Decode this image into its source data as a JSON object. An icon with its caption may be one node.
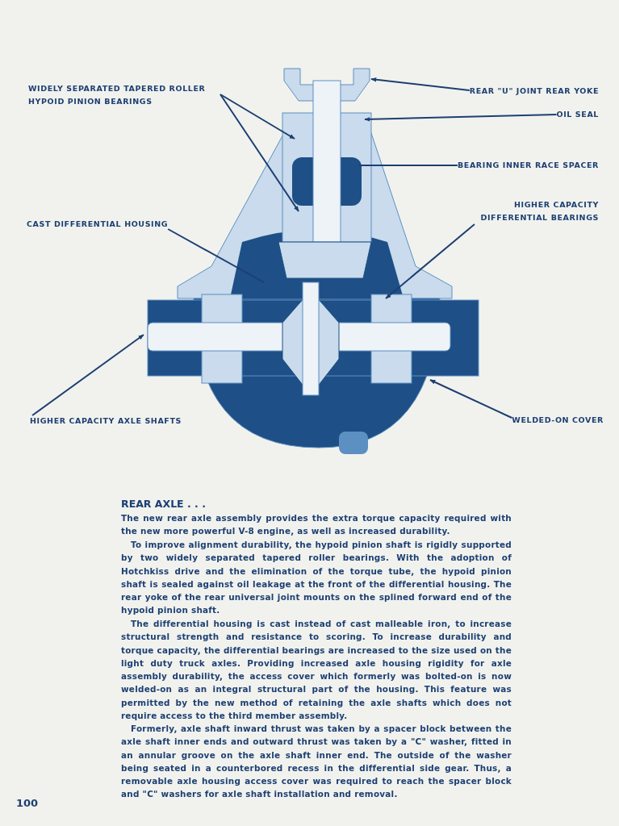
{
  "diagram": {
    "title": "REAR AXLE . . .",
    "nodes": [
      {
        "text": [
          "WIDELY SEPARATED TAPERED ROLLER HYPOID PINION BEARINGS"
        ]
      },
      {
        "text": [
          "CAST DIFFERENTIAL HOUSING"
        ]
      },
      {
        "text": [
          "HIGHER CAPACITY AXLE SHAFTS"
        ]
      },
      {
        "text": [
          "REAR \"U\" JOINT REAR YOKE"
        ]
      },
      {
        "text": [
          "OIL SEAL"
        ]
      },
      {
        "text": [
          "BEARING INNER RACE SPACER"
        ]
      },
      {
        "text": [
          "HIGHER CAPACITY DIFFERENTIAL BEARINGS"
        ]
      },
      {
        "text": [
          "WELDED-ON COVER"
        ]
      }
    ],
    "edges": [
      {
        "from": 0,
        "to": null,
        "arrow": "to"
      },
      {
        "from": 0,
        "to": null,
        "arrow": "to"
      },
      {
        "from": 1,
        "to": null,
        "arrow": "none"
      },
      {
        "from": 2,
        "to": null,
        "arrow": "to"
      },
      {
        "from": 3,
        "to": null,
        "arrow": "to"
      },
      {
        "from": 4,
        "to": null,
        "arrow": "to"
      },
      {
        "from": 5,
        "to": null,
        "arrow": "none"
      },
      {
        "from": 6,
        "to": null,
        "arrow": "to"
      },
      {
        "from": 7,
        "to": null,
        "arrow": "to"
      }
    ],
    "labels": [
      "The new rear axle assembly provides the extra torque capacity required with the new more powerful V-8 engine, as well as increased durability.",
      "To improve alignment durability, the hypoid pinion shaft is rigidly supported by two widely separated tapered roller bearings. With the adoption of Hotchkiss drive and the elimination of the torque tube, the hypoid pinion shaft is sealed against oil leakage at the front of the differential housing. The rear yoke of the rear universal joint mounts on the splined forward end of the hypoid pinion shaft.",
      "The differential housing is cast instead of cast malleable iron, to increase structural strength and resistance to scoring. To increase durability and torque capacity, the differential bearings are increased to the size used on the light duty truck axles. Providing increased axle housing rigidity for axle assembly durability, the access cover which formerly was bolted-on is now welded-on as an integral structural part of the housing. This feature was permitted by the new method of retaining the axle shafts which does not require access to the third member assembly.",
      "Formerly, axle shaft inward thrust was taken by a spacer block between the axle shaft inner ends and outward thrust was taken by a \"C\" washer, fitted in an annular groove on the axle shaft inner end. The outside of the washer being seated in a counterbored recess in the differential side gear. Thus, a removable axle housing access cover was required to reach the spacer block and \"C\" washers for axle shaft installation and removal.",
      "100"
    ]
  }
}
